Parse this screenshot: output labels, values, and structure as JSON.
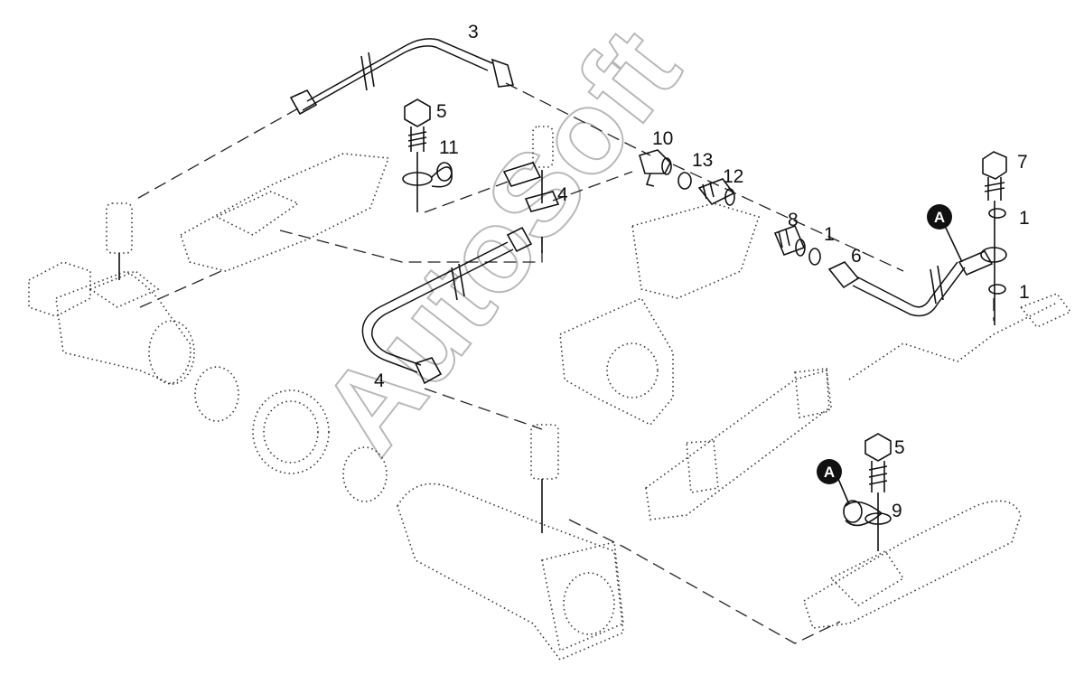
{
  "watermark": "AutoSoft",
  "callouts": [
    "A",
    "A"
  ],
  "part_labels": [
    {
      "id": "3",
      "text": "3"
    },
    {
      "id": "5a",
      "text": "5"
    },
    {
      "id": "11",
      "text": "11"
    },
    {
      "id": "10",
      "text": "10"
    },
    {
      "id": "13",
      "text": "13"
    },
    {
      "id": "12",
      "text": "12"
    },
    {
      "id": "4a",
      "text": "4"
    },
    {
      "id": "8",
      "text": "8"
    },
    {
      "id": "1a",
      "text": "1"
    },
    {
      "id": "6",
      "text": "6"
    },
    {
      "id": "7",
      "text": "7"
    },
    {
      "id": "1b",
      "text": "1"
    },
    {
      "id": "1c",
      "text": "1"
    },
    {
      "id": "4b",
      "text": "4"
    },
    {
      "id": "5b",
      "text": "5"
    },
    {
      "id": "9",
      "text": "9"
    }
  ]
}
